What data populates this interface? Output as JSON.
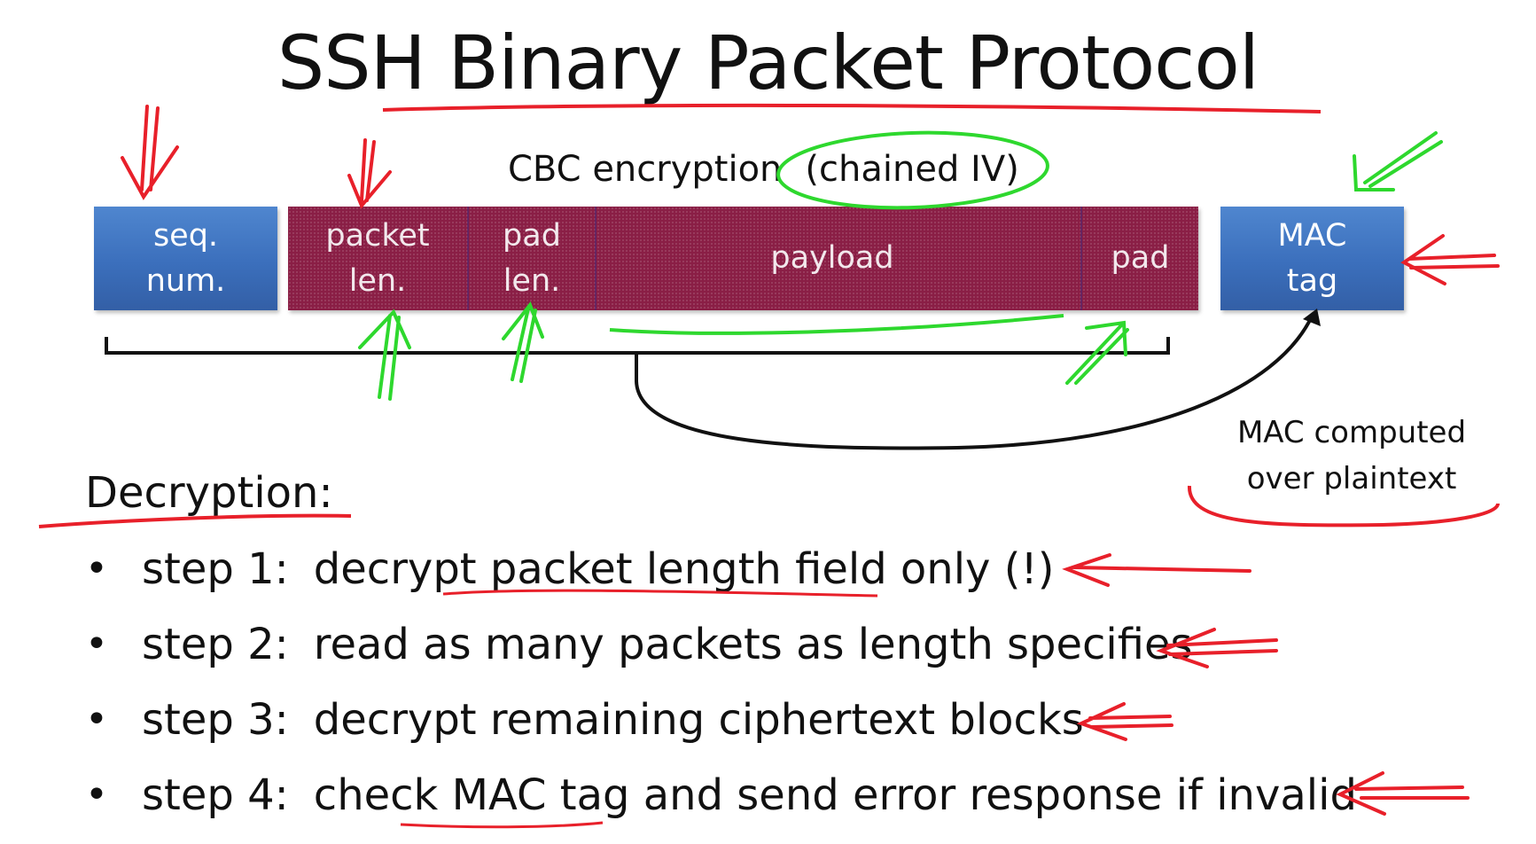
{
  "title": "SSH Binary Packet Protocol",
  "diagram": {
    "cbc_label": "CBC encryption",
    "cbc_iv": "(chained IV)",
    "seq_num": "seq.\nnum.",
    "packet_len": "packet\nlen.",
    "pad_len": "pad\nlen.",
    "payload": "payload",
    "pad": "pad",
    "mac_tag": "MAC\ntag",
    "mac_note": "MAC computed\nover plaintext"
  },
  "decryption": {
    "heading": "Decryption:",
    "steps": [
      {
        "label": "step 1:",
        "text": "decrypt packet length field only (!)"
      },
      {
        "label": "step 2:",
        "text": "read as many packets as length specifies"
      },
      {
        "label": "step 3:",
        "text": "decrypt remaining ciphertext blocks"
      },
      {
        "label": "step 4:",
        "text": "check MAC tag and send error response if invalid"
      }
    ]
  },
  "colors": {
    "blue_box": "#3b6fbc",
    "encrypted": "#8a1e45",
    "annotation_red": "#e8202a",
    "annotation_green": "#2ed82e"
  }
}
